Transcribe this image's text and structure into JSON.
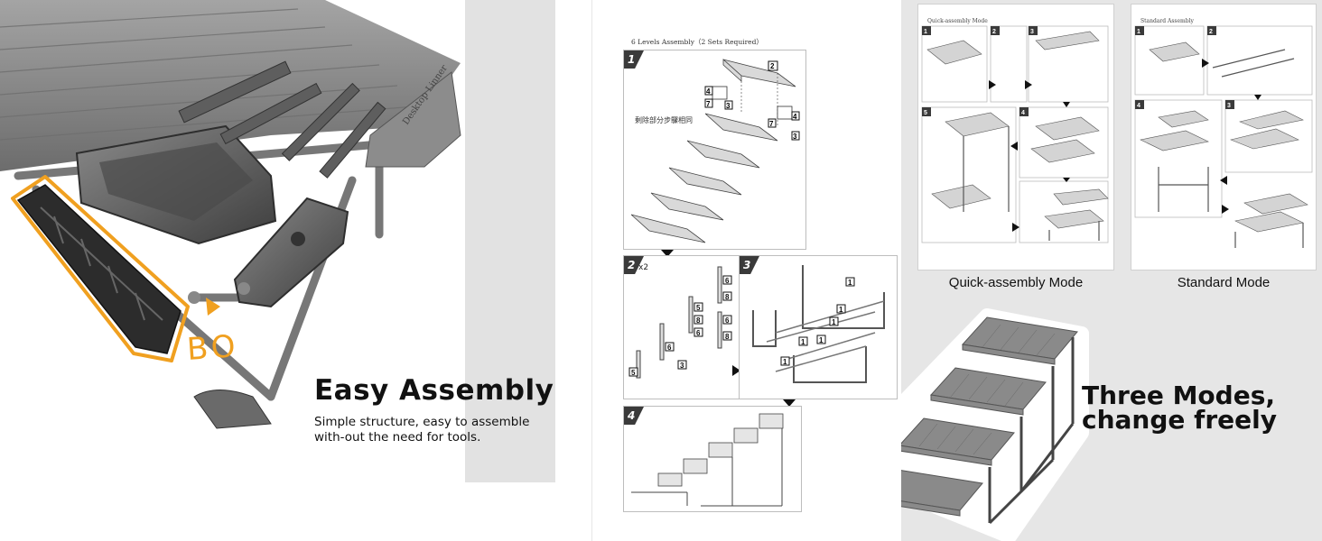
{
  "left": {
    "title": "Easy Assembly",
    "description": "Simple structure, easy to assemble with-out the need for tools.",
    "part_label": "BO",
    "sprue_text": "Desktop Linner",
    "highlight_color": "#f0a020"
  },
  "middle": {
    "heading": "6 Levels Assembly（2 Sets Required）",
    "chinese_note": "剩除部分步驟相同",
    "steps": [
      {
        "number": "1"
      },
      {
        "number": "2",
        "suffix": "x2"
      },
      {
        "number": "3"
      },
      {
        "number": "4"
      }
    ]
  },
  "right": {
    "quick": {
      "heading": "Quick-assembly Mode",
      "caption": "Quick-assembly Mode",
      "steps": [
        "1",
        "2",
        "3",
        "4",
        "5"
      ]
    },
    "standard": {
      "heading": "Standard Assembly",
      "caption": "Standard Mode",
      "steps": [
        "1",
        "2",
        "3",
        "4"
      ]
    },
    "slogan_line1": "Three Modes,",
    "slogan_line2": "change freely"
  },
  "colors": {
    "grey_background": "#e6e6e6",
    "step_badge": "#3a3a3a",
    "plastic": "#5a5a5a",
    "accent": "#f0a020"
  }
}
